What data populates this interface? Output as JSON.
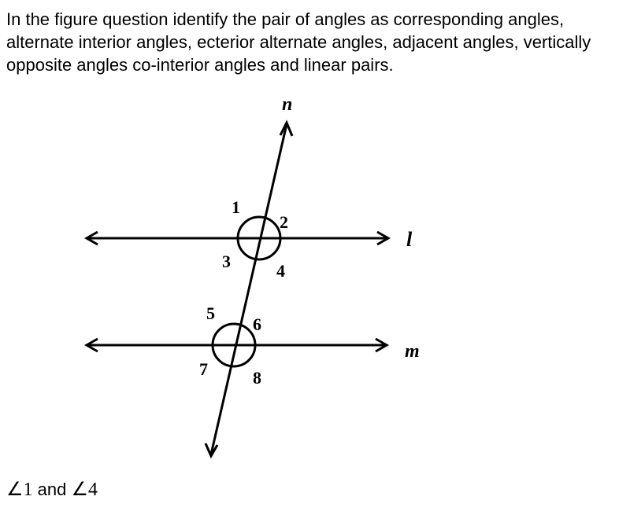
{
  "question": {
    "text": "In the figure question identify the pair of angles as corresponding angles, alternate interior angles, ecterior alternate angles, adjacent angles, vertically opposite angles co-interior angles and linear pairs."
  },
  "figure": {
    "line_labels": {
      "transversal": "n",
      "upper": "l",
      "lower": "m"
    },
    "angle_labels": [
      "1",
      "2",
      "3",
      "4",
      "5",
      "6",
      "7",
      "8"
    ]
  },
  "answer": {
    "first_angle": "∠1",
    "connector": "and",
    "second_angle": "∠4"
  }
}
